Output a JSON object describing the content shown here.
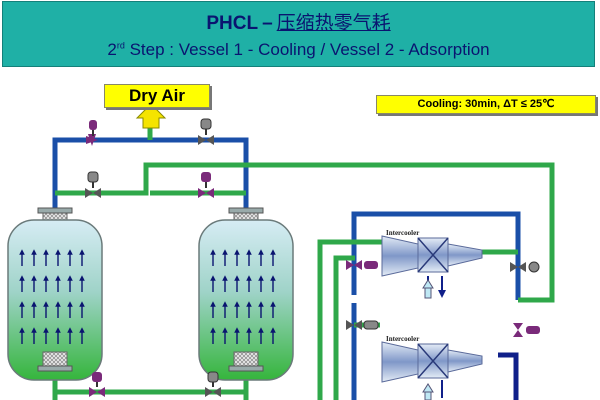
{
  "header": {
    "title_prefix": "PHCL",
    "title_dash": "–",
    "title_cn": "压缩热零气耗",
    "subtitle_pre": "2",
    "subtitle_sup": "rd",
    "subtitle_post": " Step : Vessel 1 - Cooling /  Vessel 2 - Adsorption"
  },
  "labels": {
    "dry_air": "Dry Air",
    "cooling": "Cooling: 30min, ΔT ≤ 25℃",
    "intercooler_top": "Intercooler",
    "intercooler_bottom": "Intercooler"
  },
  "colors": {
    "header_bg": "#1fb0a6",
    "title_text": "#0a1470",
    "badge_bg": "#ffff00",
    "pipe_blue": "#1a4fa8",
    "pipe_green": "#2fa84a",
    "pipe_navy": "#10208a",
    "vessel_top": "#cfe6f0",
    "vessel_bottom": "#3ab83e",
    "valve_purple": "#7a2a7a"
  }
}
